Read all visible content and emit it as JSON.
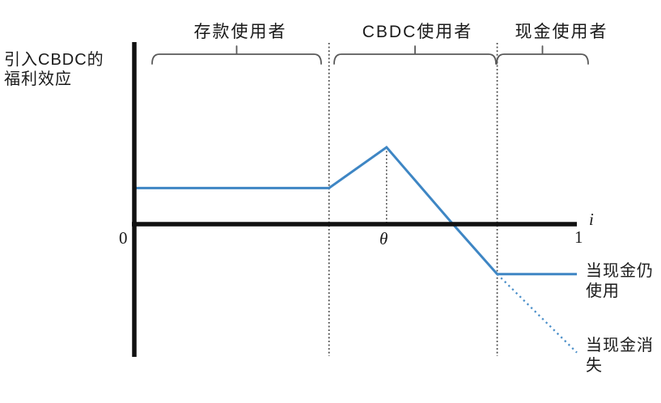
{
  "chart_data": {
    "type": "line",
    "ylabel": "引入CBDC的\n福利效应",
    "xlabel": "i",
    "x_range": [
      0,
      1
    ],
    "x_ticks": [
      {
        "value": 0,
        "label": "0"
      },
      {
        "value": 0.57,
        "label": "θ"
      },
      {
        "value": 1,
        "label": "1"
      }
    ],
    "regions": [
      {
        "label": "存款使用者",
        "x0": 0,
        "x1": 0.44
      },
      {
        "label": "CBDC使用者",
        "x0": 0.44,
        "x1": 0.82
      },
      {
        "label": "现金使用者",
        "x0": 0.82,
        "x1": 1
      }
    ],
    "series": [
      {
        "name": "当现金仍使用",
        "style": "solid",
        "color": "#3e86c4",
        "points": [
          [
            0,
            0.47
          ],
          [
            0.44,
            0.47
          ],
          [
            0.57,
            1
          ],
          [
            0.72,
            0
          ],
          [
            0.82,
            -0.65
          ],
          [
            1,
            -0.65
          ]
        ]
      },
      {
        "name": "当现金消失",
        "style": "dotted",
        "color": "#4b8fc9",
        "points": [
          [
            0.82,
            -0.65
          ],
          [
            1,
            -1.67
          ]
        ]
      }
    ],
    "annotations": {
      "theta_x": 0.57
    },
    "legend_labels": {
      "solid": "当现金仍\n使用",
      "dotted": "当现金消\n失"
    },
    "axis_color": "#111111",
    "guide_color": "#3f3f3f",
    "brace_color": "#5a5a5a"
  }
}
